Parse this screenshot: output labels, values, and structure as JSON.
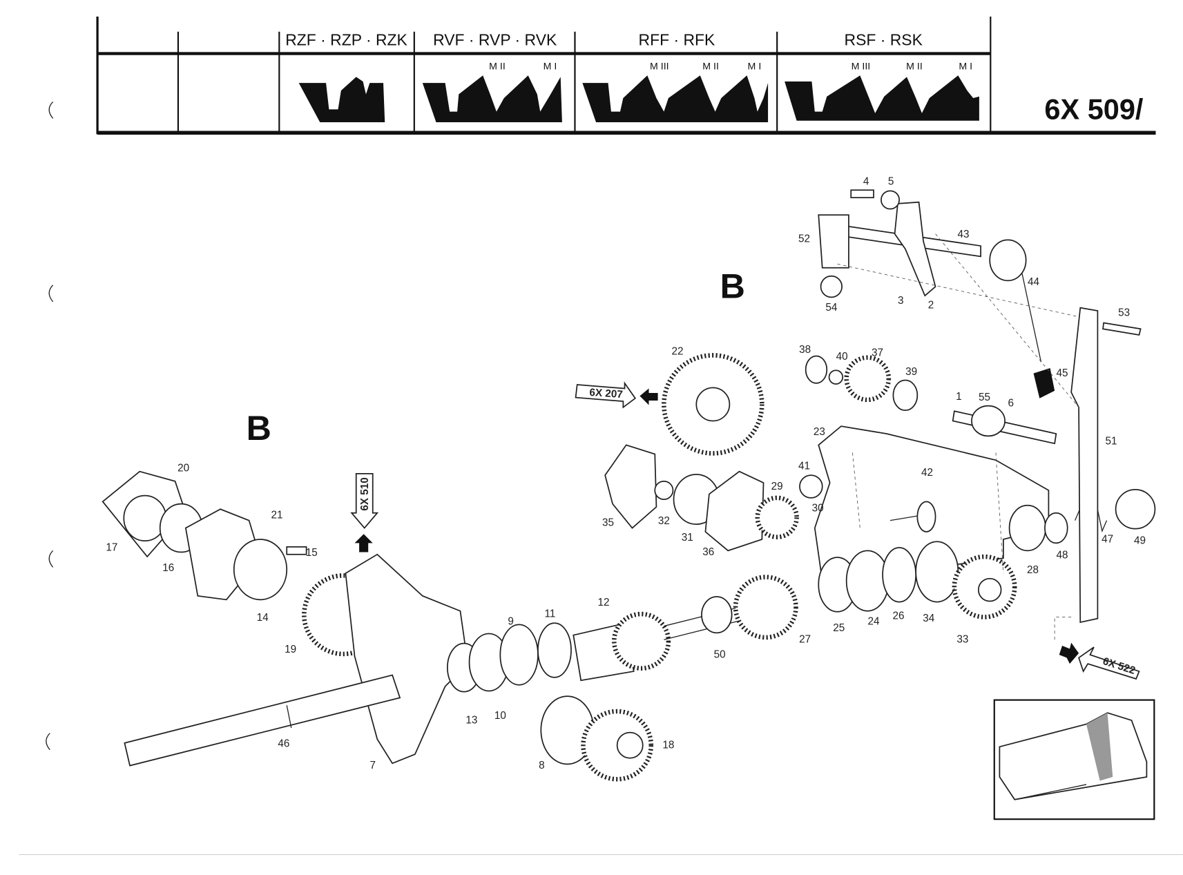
{
  "header": {
    "columns": [
      {
        "label": "RZF · RZP · RZK",
        "modules": []
      },
      {
        "label": "RVF · RVP · RVK",
        "modules": [
          "M II",
          "M I"
        ]
      },
      {
        "label": "RFF · RFK",
        "modules": [
          "M III",
          "M II",
          "M I"
        ]
      },
      {
        "label": "RSF · RSK",
        "modules": [
          "M III",
          "M II",
          "M I"
        ]
      }
    ],
    "page_ref": "6X 509/"
  },
  "section_labels": [
    "B",
    "B"
  ],
  "cross_refs": [
    "6X 207",
    "6X 510",
    "6X 522"
  ],
  "part_numbers": [
    "4",
    "5",
    "52",
    "43",
    "44",
    "54",
    "3",
    "2",
    "53",
    "22",
    "38",
    "40",
    "37",
    "39",
    "45",
    "1",
    "55",
    "6",
    "51",
    "23",
    "41",
    "42",
    "29",
    "30",
    "35",
    "32",
    "31",
    "36",
    "47",
    "49",
    "48",
    "28",
    "20",
    "21",
    "17",
    "16",
    "15",
    "14",
    "19",
    "12",
    "9",
    "11",
    "27",
    "25",
    "24",
    "26",
    "34",
    "33",
    "50",
    "13",
    "10",
    "46",
    "7",
    "8",
    "18"
  ],
  "colors": {
    "ink": "#111111",
    "paper": "#ffffff"
  }
}
